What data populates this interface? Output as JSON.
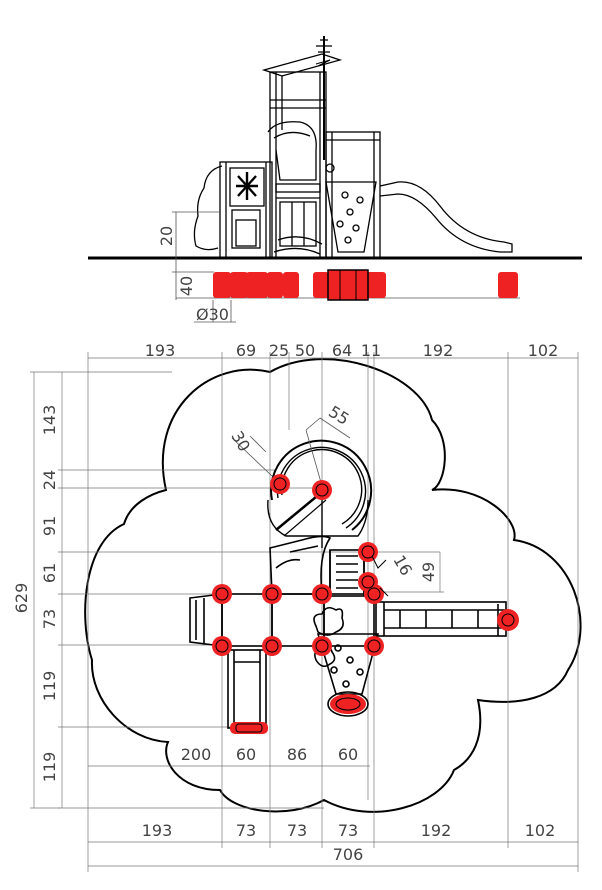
{
  "elevation": {
    "height_label": "20",
    "footing_depth_label": "40",
    "diameter_label": "Ø30"
  },
  "plan": {
    "top_dims": [
      "193",
      "69",
      "25",
      "50",
      "64",
      "11",
      "192",
      "102"
    ],
    "bottom_dims": [
      "193",
      "73",
      "73",
      "73",
      "192",
      "102"
    ],
    "inner_dims": [
      "200",
      "60",
      "86",
      "60"
    ],
    "overall_width": "706",
    "left_dims": [
      "143",
      "24",
      "91",
      "61",
      "73",
      "119",
      "119"
    ],
    "overall_height": "629",
    "callouts": [
      "30",
      "55",
      "16",
      "49"
    ]
  },
  "colors": {
    "post": "#ee2222",
    "line": "#000000",
    "dimension": "#555555"
  }
}
